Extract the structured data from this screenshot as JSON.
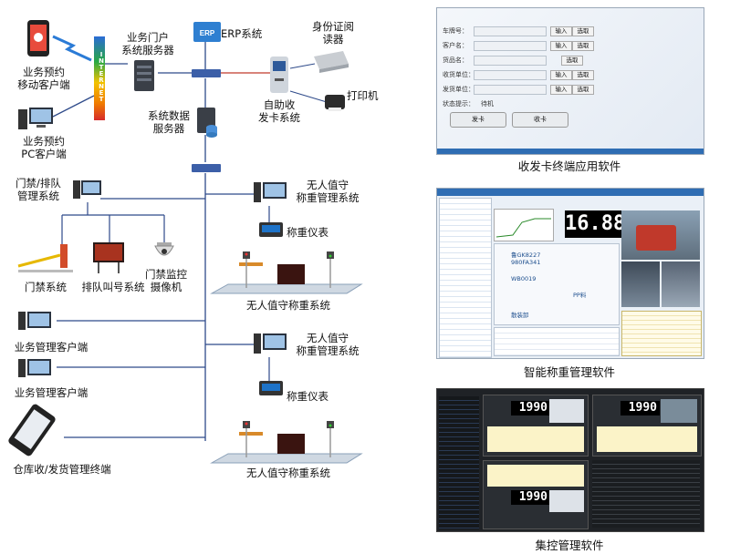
{
  "diagram": {
    "nodes": {
      "mobile_client": "业务预约\n移动客户端",
      "pc_client": "业务预约\nPC客户端",
      "internet": "INTERNET",
      "portal_server": "业务门户\n系统服务器",
      "erp": "ERP系统",
      "erp_logo": "ERP",
      "id_reader": "身份证阅\n读器",
      "printer": "打印机",
      "kiosk": "自助收\n发卡系统",
      "db_server": "系统数据\n服务器",
      "gate_queue": "门禁/排队\n管理系统",
      "gate": "门禁系统",
      "queue": "排队叫号系统",
      "camera": "门禁监控\n摄像机",
      "unmanned_1": "无人值守\n称重管理系统",
      "meter_1": "称重仪表",
      "scale_1": "无人值守称重系统",
      "biz_client_1": "业务管理客户端",
      "biz_client_2": "业务管理客户端",
      "warehouse": "仓库收/发货管理终端",
      "unmanned_2": "无人值守\n称重管理系统",
      "meter_2": "称重仪表",
      "scale_2": "无人值守称重系统"
    }
  },
  "screens": {
    "card_terminal": {
      "caption": "收发卡终端应用软件",
      "rows": [
        {
          "label": "车牌号：",
          "b1": "输入",
          "b2": "选取"
        },
        {
          "label": "客户名：",
          "b1": "输入",
          "b2": "选取"
        },
        {
          "label": "货品名：",
          "b1": "",
          "b2": "选取"
        },
        {
          "label": "收货单位：",
          "b1": "输入",
          "b2": "选取"
        },
        {
          "label": "发货单位：",
          "b1": "输入",
          "b2": "选取"
        }
      ],
      "status_label": "状态提示：",
      "status_value": "待机",
      "issue_btn": "发卡",
      "collect_btn": "收卡"
    },
    "weighing": {
      "caption": "智能称重管理软件",
      "reading": "16.88",
      "fields": [
        {
          "label": "",
          "value": "鲁GK8227"
        },
        {
          "label": "",
          "value": "980FA341"
        },
        {
          "label": "",
          "value": "WB0019"
        },
        {
          "label": "",
          "value": "PP料"
        },
        {
          "label": "",
          "value": "散装卸"
        }
      ]
    },
    "central": {
      "caption": "集控管理软件",
      "readings": [
        "1990",
        "1990",
        "1990"
      ]
    }
  },
  "colors": {
    "wire": "#2e4a8a",
    "wire_red": "#c0392b",
    "switch": "#3c5fa8",
    "screen_header": "#2f6db3"
  }
}
